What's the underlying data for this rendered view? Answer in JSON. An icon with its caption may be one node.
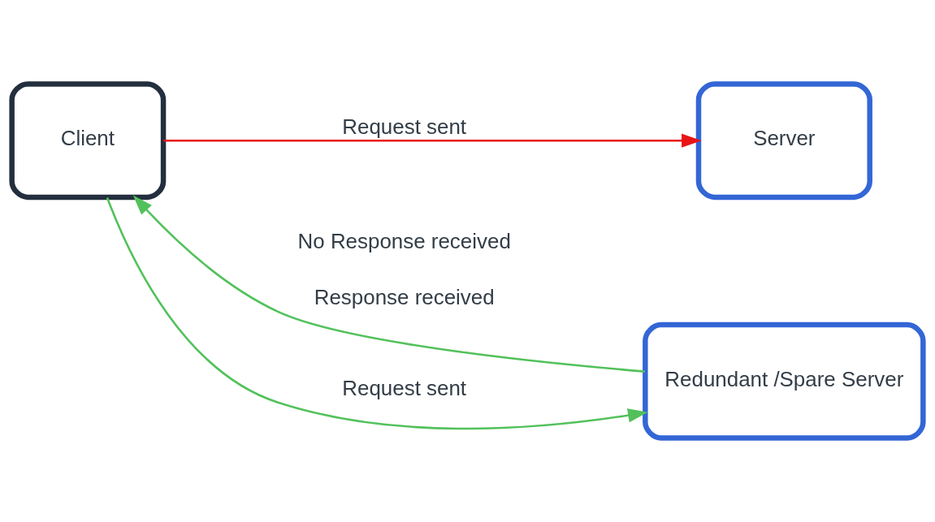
{
  "diagram": {
    "nodes": [
      {
        "text": [
          "Client"
        ]
      },
      {
        "text": [
          "Server"
        ]
      },
      {
        "text": [
          "Redundant /Spare Server"
        ]
      }
    ],
    "edges": [
      {
        "from": 0,
        "to": 1,
        "arrow": "to",
        "label": "Request sent",
        "color": "#e81416"
      },
      {
        "from": 0,
        "to": 2,
        "arrow": "to",
        "label": "Request sent"
      },
      {
        "from": 2,
        "to": 0,
        "arrow": "to",
        "label": "Response received"
      }
    ],
    "labels": [
      "No Response received"
    ]
  }
}
